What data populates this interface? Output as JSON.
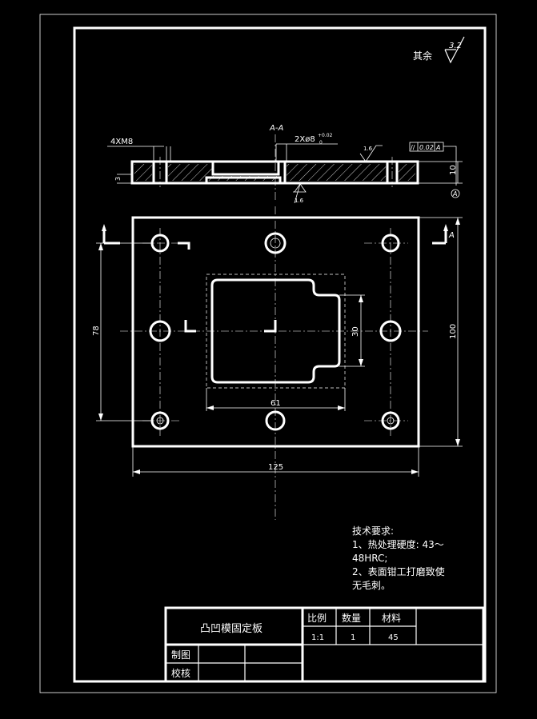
{
  "drawing": {
    "surface_finish_note": "其余",
    "surface_finish_value": "3.2",
    "section_label": "A-A",
    "hole_callout": "4XM8",
    "pin_callout_main": "2Xø8",
    "pin_tol_upper": "+0.02",
    "pin_tol_lower": "0",
    "finish_top": "1.6",
    "finish_bottom": "1.6",
    "flatness_symbol": "//",
    "flatness_value": "0.02",
    "flatness_datum": "A",
    "datum_label": "A",
    "dim_thickness": "10",
    "dim_counterbore": "3",
    "dim_height_78": "78",
    "dim_height_100": "100",
    "dim_width_125": "125",
    "dim_width_61": "61",
    "dim_30": "30",
    "section_mark_left": "",
    "section_mark_right": "A"
  },
  "tech_notes": {
    "title": "技术要求:",
    "line1": "1、热处理硬度: 43～",
    "line2": "48HRC;",
    "line3": "2、表面钳工打磨致使",
    "line4": "无毛刺。"
  },
  "title_block": {
    "part_name": "凸凹模固定板",
    "col_scale": "比例",
    "col_qty": "数量",
    "col_material": "材料",
    "scale": "1:1",
    "qty": "1",
    "material": "45",
    "row_drawn": "制图",
    "row_checked": "校核"
  },
  "colors": {
    "background": "#000000",
    "line": "#ffffff"
  }
}
